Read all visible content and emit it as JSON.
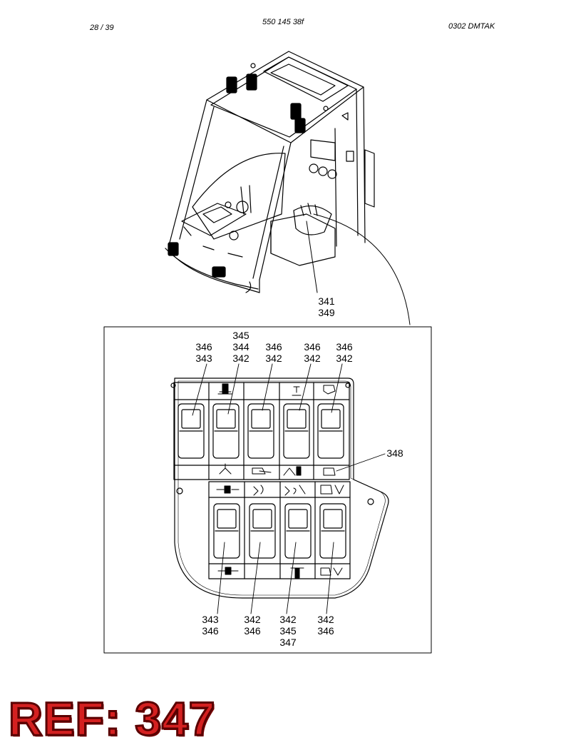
{
  "header": {
    "page": "28 / 39",
    "doc_number": "550 145 38f",
    "code": "0302   DMTAK"
  },
  "callouts": {
    "top": [
      "341",
      "349"
    ],
    "upper_row": [
      [
        "346",
        "343"
      ],
      [
        "345",
        "344",
        "342"
      ],
      [
        "346",
        "342"
      ],
      [
        "346",
        "342"
      ],
      [
        "346",
        "342"
      ]
    ],
    "side": "348",
    "lower_row": [
      [
        "343",
        "346"
      ],
      [
        "342",
        "346"
      ],
      [
        "342",
        "345",
        "347"
      ],
      [
        "342",
        "346"
      ]
    ]
  },
  "ref_label": "REF: 347"
}
